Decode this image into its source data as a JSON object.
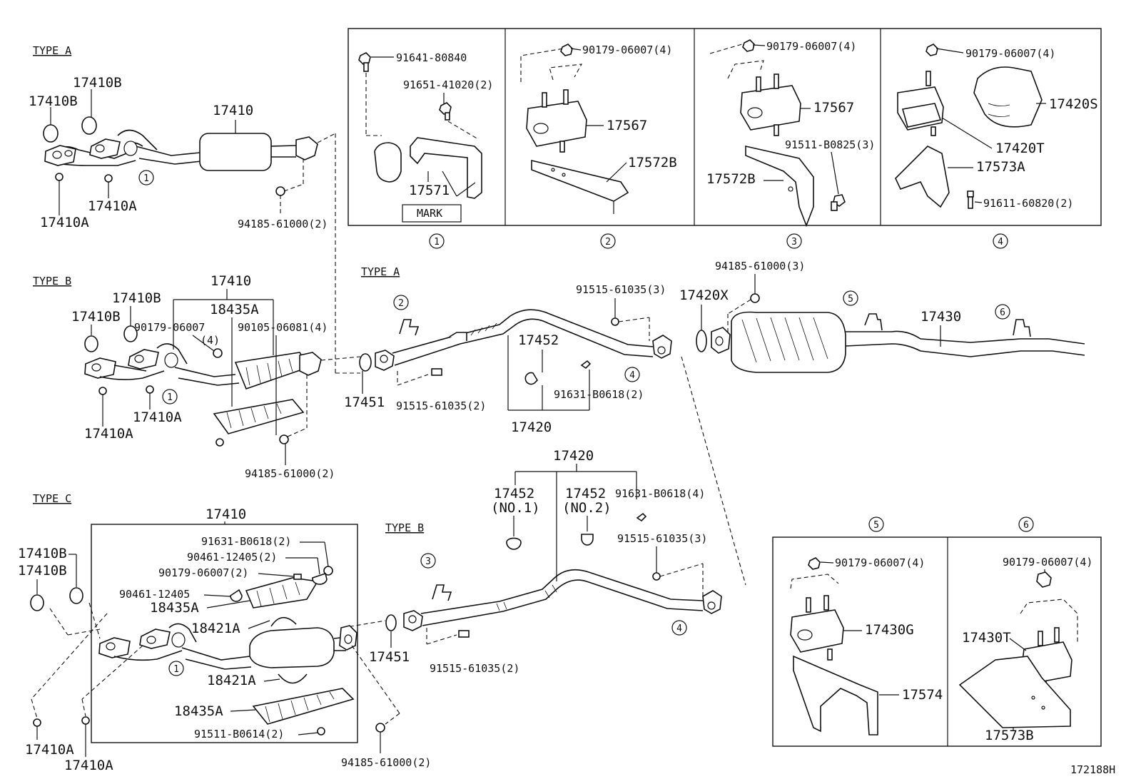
{
  "diagram_id": "172188H",
  "type_labels": {
    "a_top": "TYPE A",
    "b_left": "TYPE B",
    "c_left": "TYPE C",
    "a_center": "TYPE A",
    "b_center": "TYPE B"
  },
  "detail_numbers": {
    "d1": "1",
    "d2": "2",
    "d3": "3",
    "d4": "4",
    "d5": "5",
    "d6": "6"
  },
  "mark_label": "MARK",
  "parts": {
    "p17410B": "17410B",
    "p17410": "17410",
    "p17410A": "17410A",
    "p94185_2": "94185-61000(2)",
    "p94185_3": "94185-61000(3)",
    "p18435A": "18435A",
    "p90179_4_small": "90179-06007",
    "p_4": "(4)",
    "p90105": "90105-06081(4)",
    "p17451": "17451",
    "p91515_2": "91515-61035(2)",
    "p91515_3": "91515-61035(3)",
    "p17452": "17452",
    "p91631_2": "91631-B0618(2)",
    "p91631_4": "91631-B0618(4)",
    "p17420": "17420",
    "p17420X": "17420X",
    "p17430": "17430",
    "p17452_no1": "17452",
    "no1": "(NO.1)",
    "p17452_no2": "17452",
    "no2": "(NO.2)",
    "p91631_c": "91631-B0618(2)",
    "p90461_2": "90461-12405(2)",
    "p90179_2": "90179-06007(2)",
    "p90461": "90461-12405",
    "p18421A": "18421A",
    "p91511_c": "91511-B0614(2)",
    "p91641": "91641-80840",
    "p91651": "91651-41020(2)",
    "p17571": "17571",
    "p90179_4": "90179-06007(4)",
    "p17567": "17567",
    "p17572B": "17572B",
    "p91511_3": "91511-B0825(3)",
    "p17420S": "17420S",
    "p17420T": "17420T",
    "p17573A": "17573A",
    "p91611": "91611-60820(2)",
    "p17430G": "17430G",
    "p17574": "17574",
    "p17430T": "17430T",
    "p17573B": "17573B"
  }
}
